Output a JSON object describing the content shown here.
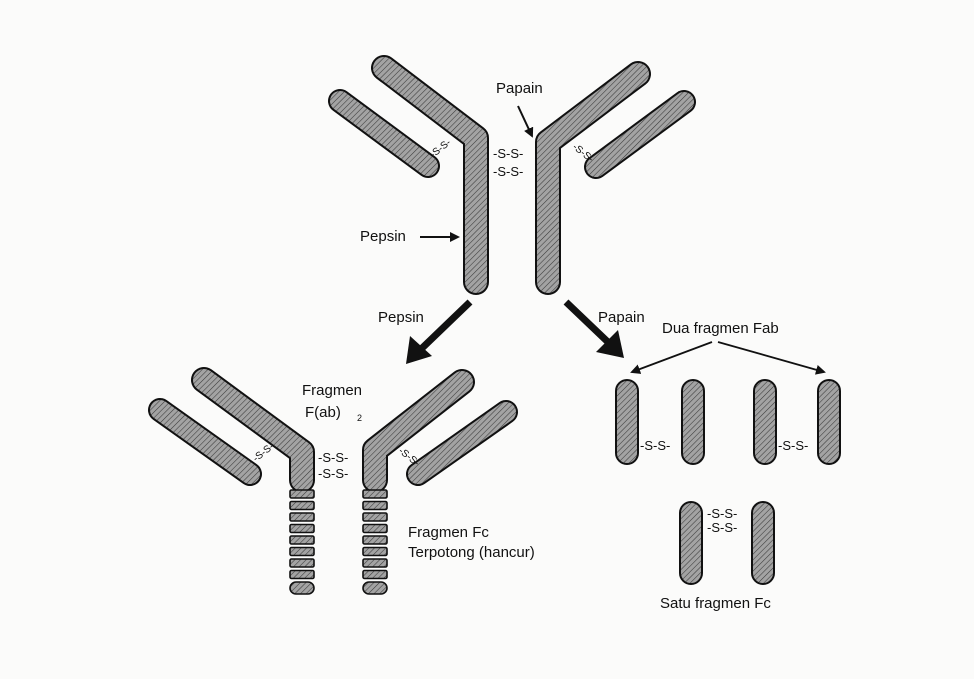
{
  "labels": {
    "papain_top": "Papain",
    "pepsin_top": "Pepsin",
    "pepsin_mid": "Pepsin",
    "papain_mid": "Papain",
    "fab_two": "Dua fragmen Fab",
    "fab2_line1": "Fragmen",
    "fab2_line2": "F(ab)",
    "fab2_sub": "2",
    "fc_line1": "Fragmen Fc",
    "fc_line2": "Terpotong (hancur)",
    "fc_one": "Satu fragmen Fc"
  },
  "bonds": {
    "disulfide": "-S-S-",
    "disulfide_angled": "-S-S-"
  },
  "colors": {
    "chain_fill": "#8f8f8f",
    "outline": "#1a1a1a",
    "background": "#fbfbfa"
  }
}
